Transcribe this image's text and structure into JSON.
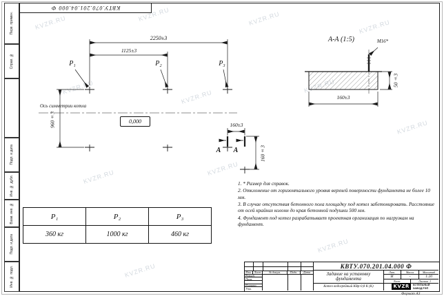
{
  "watermark": {
    "text": "KVZR.RU"
  },
  "corner_stamp": "КВТУ.070.201.04.000 Ф",
  "side_strip": {
    "labels": [
      "Перв. примен.",
      "Справ. №",
      "Подп. и дата",
      "Инв. № дубл.",
      "Взам. инв. №",
      "Подп. и дата",
      "Инв. № подл."
    ]
  },
  "plan": {
    "dim_width_total": "2250±3",
    "dim_width_half": "1125±3",
    "load1": "P₁",
    "load2": "P₂",
    "load3": "P₃",
    "axis_label": "Ось симметрии котла",
    "level_mark": "0,000",
    "dim_height": "960±3",
    "dim_offset_h": "160±3",
    "dim_offset_v": "160±3",
    "section_letter": "А"
  },
  "detail": {
    "title": "А-А (1:5)",
    "bolt_label": "М16*",
    "dim_width": "160±3",
    "dim_thickness": "50±3"
  },
  "notes": [
    "1. * Размер для справок.",
    "2. Отклонение от горизонтального уровня верхней поверхности фундамента не более 10 мм.",
    "3. В случае отсутствия бетонного пола площадку под котел забетонировать. Расстояние от осей крайних колонн до края бетонной подушки 500 мм.",
    "4. Фундамент под котел разрабатывает проектная организация по нагрузкам на фундамент."
  ],
  "load_table": {
    "headers": [
      "P₁",
      "P₂",
      "P₃"
    ],
    "values": [
      "360 кг",
      "1000 кг",
      "460 кг"
    ]
  },
  "title_block": {
    "doc_number": "КВТУ.070.201.04.000 Ф",
    "title": "Задание на установку фундамента",
    "product": "Котел водогрейный КВр-0,8 К (К)",
    "columns": [
      "Изм.",
      "Лист",
      "№ докум.",
      "Подп.",
      "Дата"
    ],
    "roles": [
      "Разраб.",
      "Пров.",
      "",
      "Н.контр.",
      "Утв."
    ],
    "lit_header": "Лит.",
    "mass_header": "Масса",
    "scale_header": "Масштаб",
    "lit": "И",
    "mass": "-",
    "scale": "1:20",
    "sheet_header": "Лист",
    "sheets_header": "Листов",
    "sheets": "1",
    "logo_text": "KVZR",
    "company_line1": "КОТЕЛЬНЫЙ",
    "company_line2": "ЗАВОД РЭП",
    "format_note": "Формат А3"
  }
}
